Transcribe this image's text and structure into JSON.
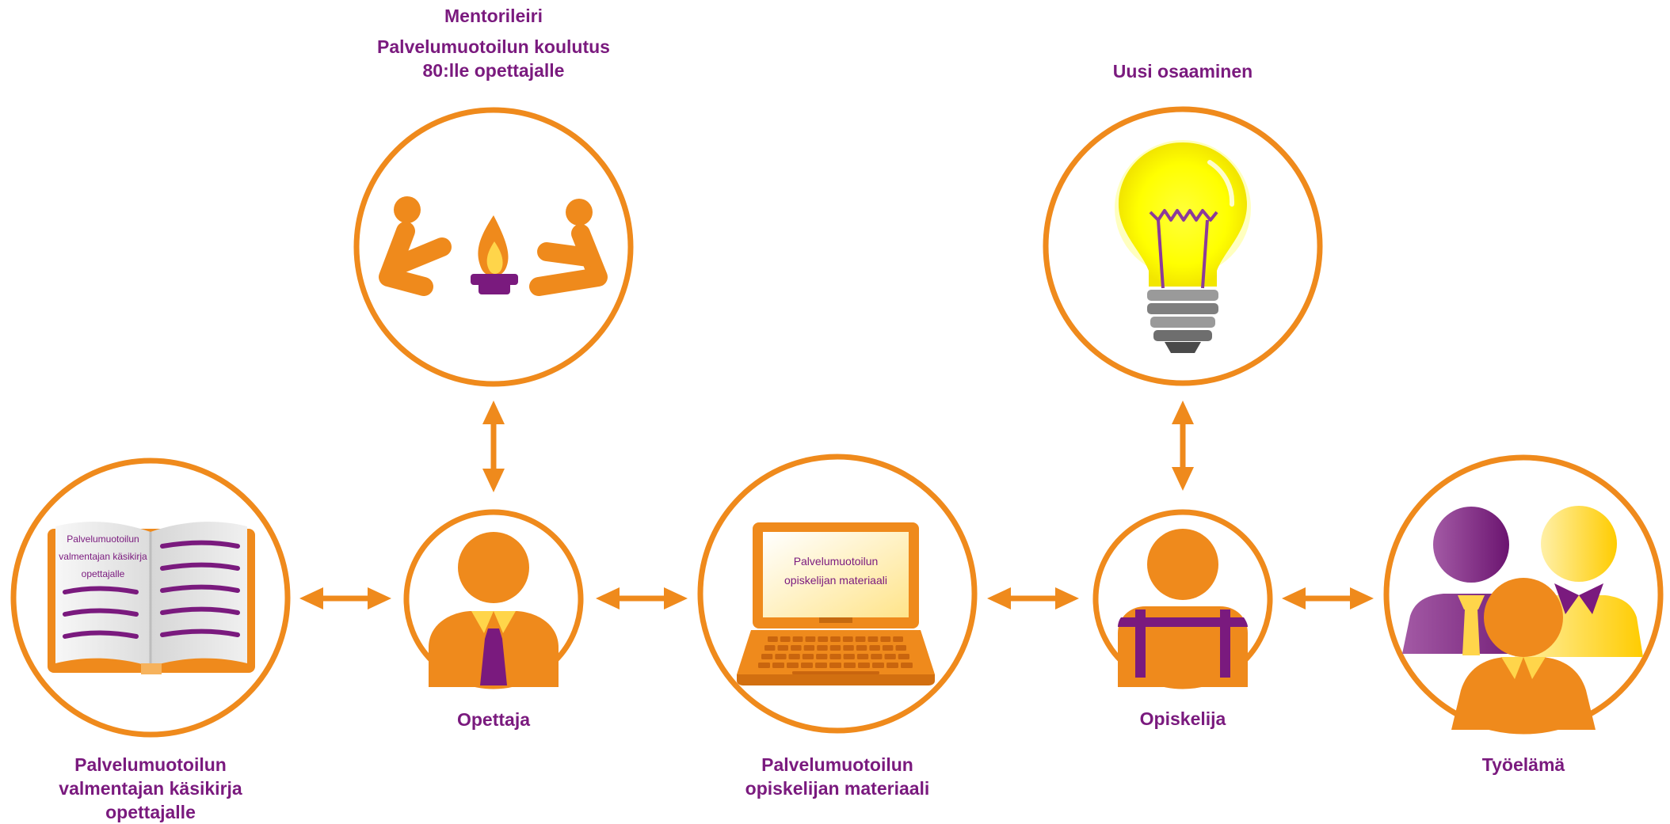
{
  "colors": {
    "orange": "#ef8a1c",
    "purple": "#7a1a7e",
    "yellow": "#ffd54a",
    "bulb": "#ffff00",
    "gray": "#8a8a8a"
  },
  "nodes": {
    "mentor": {
      "title": "Mentorileiri",
      "label_line1": "Palvelumuotoilun koulutus",
      "label_line2": "80:lle opettajalle",
      "icon": "campfire-icon"
    },
    "knowledge": {
      "label": "Uusi osaaminen",
      "icon": "light-bulb-icon"
    },
    "handbook": {
      "label_line1": "Palvelumuotoilun",
      "label_line2": "valmentajan käsikirja",
      "label_line3": "opettajalle",
      "icon": "open-book-icon",
      "book_text_line1": "Palvelumuotoilun",
      "book_text_line2": "valmentajan käsikirja",
      "book_text_line3": "opettajalle"
    },
    "teacher": {
      "label": "Opettaja",
      "icon": "teacher-icon"
    },
    "material": {
      "label_line1": "Palvelumuotoilun",
      "label_line2": "opiskelijan materiaali",
      "icon": "laptop-icon",
      "screen_line1": "Palvelumuotoilun",
      "screen_line2": "opiskelijan materiaali"
    },
    "student": {
      "label": "Opiskelija",
      "icon": "student-icon"
    },
    "worklife": {
      "label": "Työelämä",
      "icon": "people-group-icon"
    }
  },
  "connections": [
    [
      "teacher",
      "mentor"
    ],
    [
      "student",
      "knowledge"
    ],
    [
      "handbook",
      "teacher"
    ],
    [
      "teacher",
      "material"
    ],
    [
      "material",
      "student"
    ],
    [
      "student",
      "worklife"
    ]
  ]
}
